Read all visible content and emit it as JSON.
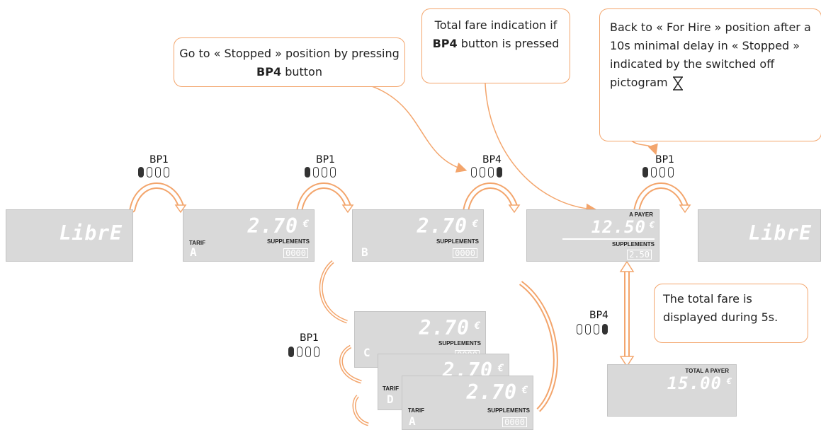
{
  "callouts": {
    "stopped": {
      "pre": "Go to « Stopped » position by pressing",
      "bold": "BP4",
      "post": "button"
    },
    "total_fare": {
      "pre": "Total fare indication if",
      "bold": "BP4",
      "post": "button is pressed"
    },
    "back_hire": {
      "text": "Back to « For Hire » position after a 10s minimal delay in « Stopped » indicated by the switched off pictogram",
      "icon": "hourglass-icon"
    },
    "five_sec": {
      "text": "The total fare is displayed during 5s."
    }
  },
  "buttons": {
    "bp1_a": {
      "label": "BP1",
      "states": [
        true,
        false,
        false,
        false
      ]
    },
    "bp1_b": {
      "label": "BP1",
      "states": [
        true,
        false,
        false,
        false
      ]
    },
    "bp4_a": {
      "label": "BP4",
      "states": [
        false,
        false,
        false,
        true
      ]
    },
    "bp1_c": {
      "label": "BP1",
      "states": [
        true,
        false,
        false,
        false
      ]
    },
    "bp1_d": {
      "label": "BP1",
      "states": [
        true,
        false,
        false,
        false
      ]
    },
    "bp4_b": {
      "label": "BP4",
      "states": [
        false,
        false,
        false,
        true
      ]
    }
  },
  "displays": {
    "libre_left": {
      "main": "LibrE"
    },
    "tarif_a": {
      "amount": "2.70",
      "currency": "€",
      "tarif_label": "TARIF",
      "tarif": "A",
      "supp_label": "SUPPLEMENTS",
      "supp": "0000"
    },
    "tarif_b": {
      "amount": "2.70",
      "currency": "€",
      "tarif_label": "",
      "tarif": "B",
      "supp_label": "SUPPLEMENTS",
      "supp": "0000"
    },
    "a_payer": {
      "top_label": "A PAYER",
      "amount": "12.50",
      "currency": "€",
      "supp_label": "SUPPLEMENTS",
      "supp": "2.50"
    },
    "libre_right": {
      "main": "LibrE"
    },
    "tarif_c": {
      "amount": "2.70",
      "currency": "€",
      "tarif": "C",
      "supp_label": "SUPPLEMENTS",
      "supp": "0000"
    },
    "tarif_d": {
      "amount": "2.70",
      "currency": "€",
      "tarif_label": "TARIF",
      "tarif": "D"
    },
    "tarif_a2": {
      "amount": "2.70",
      "currency": "€",
      "tarif_label": "TARIF",
      "tarif": "A",
      "supp_label": "SUPPLEMENTS",
      "supp": "0000"
    },
    "total": {
      "top_label": "TOTAL  A PAYER",
      "amount": "15.00",
      "currency": "€"
    }
  },
  "colors": {
    "accent": "#f3a56c",
    "panel": "#d9d9d9",
    "segment": "#ffffff"
  }
}
